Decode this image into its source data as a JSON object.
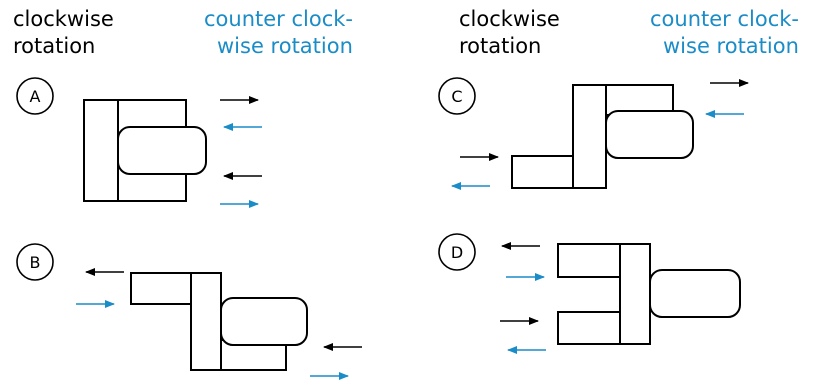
{
  "colors": {
    "black": "#000000",
    "blue": "#1a8cc7"
  },
  "headers": {
    "left_cw_line1": "clockwise",
    "left_cw_line2": "rotation",
    "left_ccw_line1": "counter clock-",
    "left_ccw_line2": "wise rotation",
    "right_cw_line1": "clockwise",
    "right_cw_line2": "rotation",
    "right_ccw_line1": "counter clock-",
    "right_ccw_line2": "wise rotation"
  },
  "panels": {
    "a": {
      "letter": "A"
    },
    "b": {
      "letter": "B"
    },
    "c": {
      "letter": "C"
    },
    "d": {
      "letter": "D"
    }
  }
}
